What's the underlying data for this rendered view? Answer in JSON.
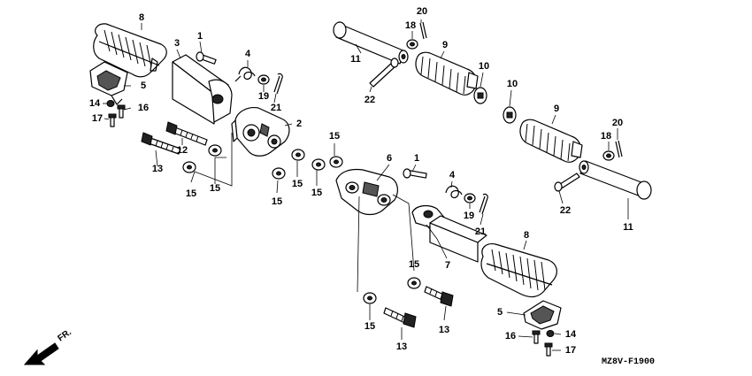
{
  "diagram_code": "MZ8V-F1900",
  "direction_label": "FR.",
  "parts": [
    {
      "id": "p8a",
      "num": "8"
    },
    {
      "id": "p3",
      "num": "3"
    },
    {
      "id": "p1a",
      "num": "1"
    },
    {
      "id": "p4a",
      "num": "4"
    },
    {
      "id": "p5a",
      "num": "5"
    },
    {
      "id": "p14a",
      "num": "14"
    },
    {
      "id": "p16a",
      "num": "16"
    },
    {
      "id": "p17a",
      "num": "17"
    },
    {
      "id": "p19a",
      "num": "19"
    },
    {
      "id": "p21a",
      "num": "21"
    },
    {
      "id": "p2",
      "num": "2"
    },
    {
      "id": "p12",
      "num": "12"
    },
    {
      "id": "p13a",
      "num": "13"
    },
    {
      "id": "p15a",
      "num": "15"
    },
    {
      "id": "p15b",
      "num": "15"
    },
    {
      "id": "p15c",
      "num": "15"
    },
    {
      "id": "p15d",
      "num": "15"
    },
    {
      "id": "p15e",
      "num": "15"
    },
    {
      "id": "p15f",
      "num": "15"
    },
    {
      "id": "p20a",
      "num": "20"
    },
    {
      "id": "p18a",
      "num": "18"
    },
    {
      "id": "p9a",
      "num": "9"
    },
    {
      "id": "p11a",
      "num": "11"
    },
    {
      "id": "p22a",
      "num": "22"
    },
    {
      "id": "p10a",
      "num": "10"
    },
    {
      "id": "p10b",
      "num": "10"
    },
    {
      "id": "p9b",
      "num": "9"
    },
    {
      "id": "p20b",
      "num": "20"
    },
    {
      "id": "p18b",
      "num": "18"
    },
    {
      "id": "p22b",
      "num": "22"
    },
    {
      "id": "p11b",
      "num": "11"
    },
    {
      "id": "p6",
      "num": "6"
    },
    {
      "id": "p1b",
      "num": "1"
    },
    {
      "id": "p4b",
      "num": "4"
    },
    {
      "id": "p19b",
      "num": "19"
    },
    {
      "id": "p21b",
      "num": "21"
    },
    {
      "id": "p7",
      "num": "7"
    },
    {
      "id": "p8b",
      "num": "8"
    },
    {
      "id": "p15g",
      "num": "15"
    },
    {
      "id": "p15h",
      "num": "15"
    },
    {
      "id": "p13b",
      "num": "13"
    },
    {
      "id": "p13c",
      "num": "13"
    },
    {
      "id": "p5b",
      "num": "5"
    },
    {
      "id": "p16b",
      "num": "16"
    },
    {
      "id": "p14b",
      "num": "14"
    },
    {
      "id": "p17b",
      "num": "17"
    }
  ]
}
